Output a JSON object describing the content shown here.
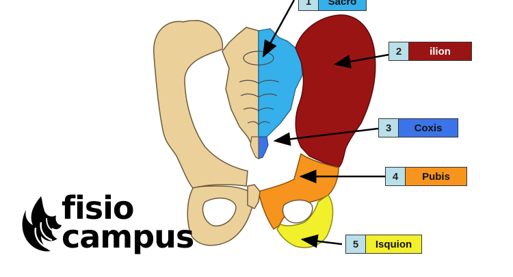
{
  "labels": [
    {
      "number": "1",
      "name": "Sacro",
      "color": "#35b0ea",
      "text_color": "#111111"
    },
    {
      "number": "2",
      "name": "ilion",
      "color": "#9b1414",
      "text_color": "#ffffff"
    },
    {
      "number": "3",
      "name": "Coxis",
      "color": "#3b74e8",
      "text_color": "#111111"
    },
    {
      "number": "4",
      "name": "Pubis",
      "color": "#f7941d",
      "text_color": "#111111"
    },
    {
      "number": "5",
      "name": "Isquion",
      "color": "#f2ef2b",
      "text_color": "#111111"
    }
  ],
  "logo": {
    "line1": "fisio",
    "line2": "campus",
    "icon": "flame-icon"
  },
  "colors": {
    "bone": "#ecd09a",
    "bone_outline": "#6b5a3a",
    "sacro": "#35b0ea",
    "ilion": "#9b1414",
    "coxis": "#3b74e8",
    "pubis": "#f7941d",
    "isquion": "#f2ef2b"
  }
}
